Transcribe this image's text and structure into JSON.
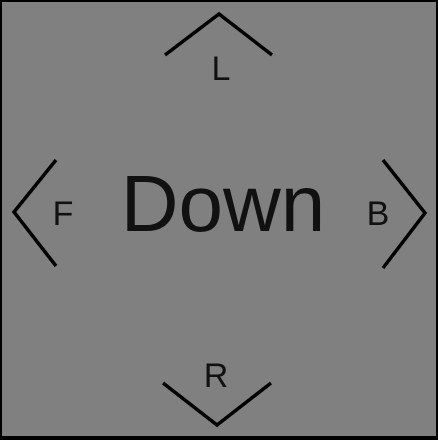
{
  "cube_face": {
    "face_label": "Down",
    "nav": {
      "up_label": "L",
      "down_label": "R",
      "left_label": "F",
      "right_label": "B"
    },
    "icons": {
      "up": "chevron-up-icon",
      "down": "chevron-down-icon",
      "left": "chevron-left-icon",
      "right": "chevron-right-icon"
    }
  },
  "colors": {
    "background": "#808080",
    "border": "#000000",
    "stroke": "#000000"
  }
}
